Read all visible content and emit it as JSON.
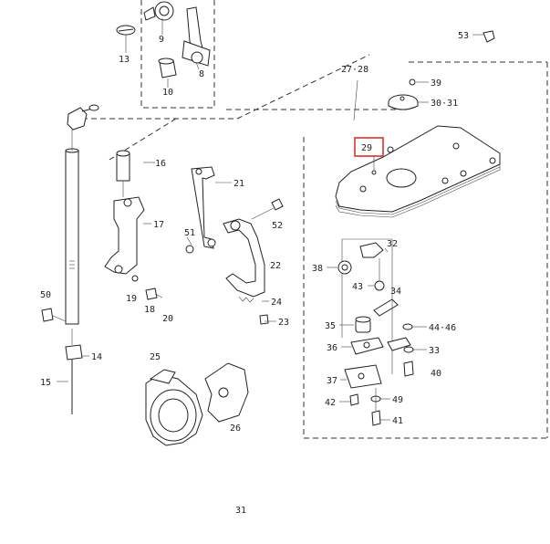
{
  "page_number": "31",
  "highlight_color": "#e03030",
  "callouts": {
    "c13": "13",
    "c9": "9",
    "c8": "8",
    "c10": "10",
    "c53": "53",
    "c27": "27·28",
    "c39": "39",
    "c30": "30·31",
    "c29": "29",
    "c16": "16",
    "c21": "21",
    "c17": "17",
    "c51": "51",
    "c52": "52",
    "c22": "22",
    "c32": "32",
    "c38": "38",
    "c43": "43",
    "c34": "34",
    "c50": "50",
    "c19": "19",
    "c18": "18",
    "c20": "20",
    "c24": "24",
    "c23": "23",
    "c35": "35",
    "c44": "44·46",
    "c14": "14",
    "c36": "36",
    "c33": "33",
    "c25": "25",
    "c40": "40",
    "c15": "15",
    "c37": "37",
    "c42": "42",
    "c49": "49",
    "c26": "26",
    "c41": "41"
  }
}
